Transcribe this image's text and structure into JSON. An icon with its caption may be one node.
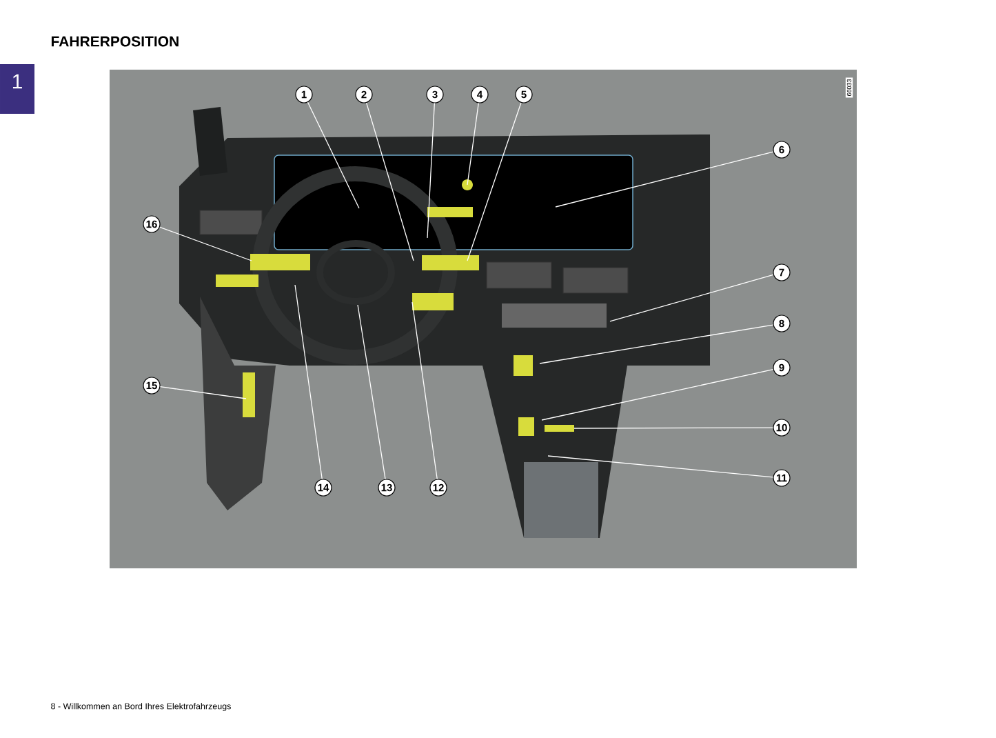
{
  "diagram": {
    "title": "FAHRERPOSITION",
    "nodes": [
      {
        "text": [
          "1"
        ]
      },
      {
        "text": [
          "2"
        ]
      },
      {
        "text": [
          "3"
        ]
      },
      {
        "text": [
          "4"
        ]
      },
      {
        "text": [
          "5"
        ]
      },
      {
        "text": [
          "6"
        ]
      },
      {
        "text": [
          "7"
        ]
      },
      {
        "text": [
          "8"
        ]
      },
      {
        "text": [
          "9"
        ]
      },
      {
        "text": [
          "10"
        ]
      },
      {
        "text": [
          "11"
        ]
      },
      {
        "text": [
          "12"
        ]
      },
      {
        "text": [
          "13"
        ]
      },
      {
        "text": [
          "14"
        ]
      },
      {
        "text": [
          "15"
        ]
      },
      {
        "text": [
          "16"
        ]
      }
    ],
    "edges": [
      {
        "from": 0,
        "to": null,
        "arrow": "none"
      },
      {
        "from": 1,
        "to": null,
        "arrow": "none"
      },
      {
        "from": 2,
        "to": null,
        "arrow": "none"
      },
      {
        "from": 3,
        "to": null,
        "arrow": "none"
      },
      {
        "from": 4,
        "to": null,
        "arrow": "none"
      },
      {
        "from": 5,
        "to": null,
        "arrow": "none"
      },
      {
        "from": 6,
        "to": null,
        "arrow": "none"
      },
      {
        "from": 7,
        "to": null,
        "arrow": "none"
      },
      {
        "from": 8,
        "to": null,
        "arrow": "none"
      },
      {
        "from": 9,
        "to": null,
        "arrow": "none"
      },
      {
        "from": 10,
        "to": null,
        "arrow": "none"
      },
      {
        "from": 11,
        "to": null,
        "arrow": "none"
      },
      {
        "from": 12,
        "to": null,
        "arrow": "none"
      },
      {
        "from": 13,
        "to": null,
        "arrow": "none"
      },
      {
        "from": 14,
        "to": null,
        "arrow": "none"
      },
      {
        "from": 15,
        "to": null,
        "arrow": "none"
      }
    ],
    "labels": [
      "1",
      "66033",
      "8 - Willkommen an Bord Ihres Elektrofahrzeugs"
    ]
  }
}
